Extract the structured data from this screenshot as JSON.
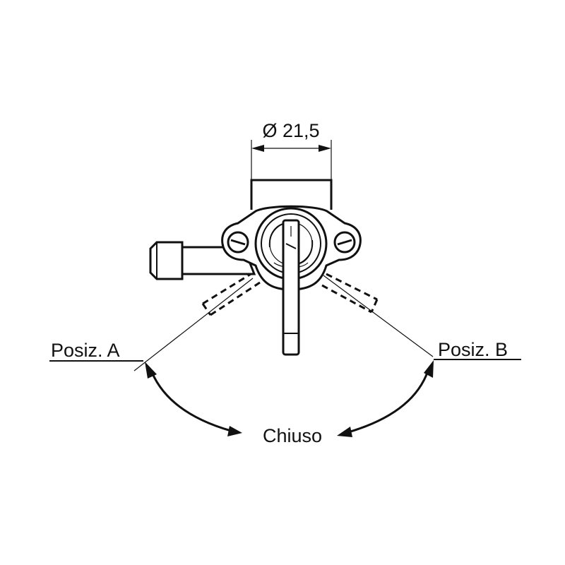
{
  "dimension": {
    "label": "Ø 21,5"
  },
  "positions": {
    "left": "Posiz. A",
    "right": "Posiz. B",
    "center": "Chiuso"
  },
  "colors": {
    "ink": "#111111",
    "background": "#ffffff"
  }
}
